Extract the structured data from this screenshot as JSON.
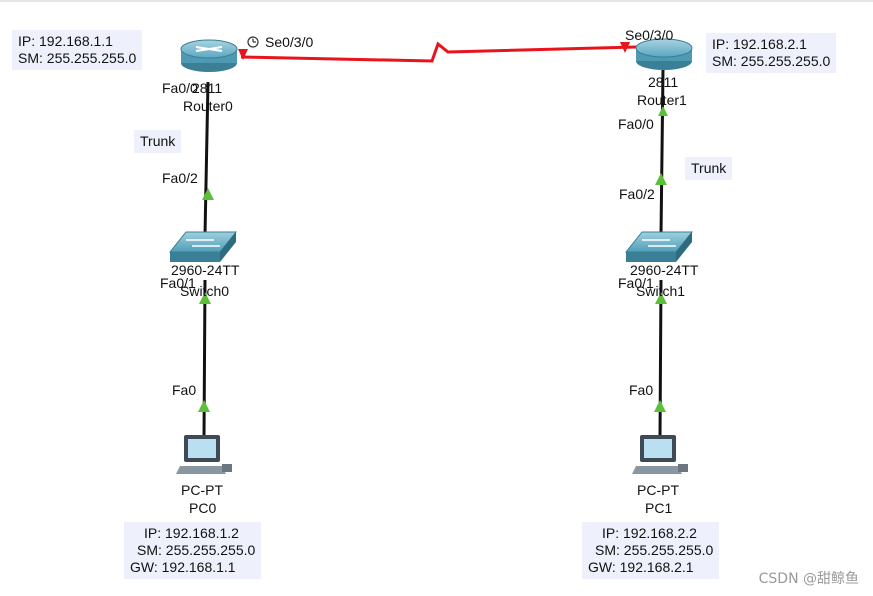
{
  "routers": [
    {
      "name": "Router0",
      "model": "2811",
      "serial_port": "Se0/3/0",
      "fa_port": "Fa0/0"
    },
    {
      "name": "Router1",
      "model": "2811",
      "serial_port": "Se0/3/0",
      "fa_port": "Fa0/0"
    }
  ],
  "switches": [
    {
      "name": "Switch0",
      "model": "2960-24TT",
      "up_port": "Fa0/2",
      "down_port": "Fa0/1"
    },
    {
      "name": "Switch1",
      "model": "2960-24TT",
      "up_port": "Fa0/2",
      "down_port": "Fa0/1"
    }
  ],
  "pcs": [
    {
      "type": "PC-PT",
      "name": "PC0",
      "port": "Fa0"
    },
    {
      "type": "PC-PT",
      "name": "PC1",
      "port": "Fa0"
    }
  ],
  "trunk_label": "Trunk",
  "router_notes": [
    {
      "ip": "IP: 192.168.1.1",
      "sm": "SM: 255.255.255.0"
    },
    {
      "ip": "IP: 192.168.2.1",
      "sm": "SM: 255.255.255.0"
    }
  ],
  "pc_notes": [
    {
      "ip": "IP: 192.168.1.2",
      "sm": "SM: 255.255.255.0",
      "gw": "GW: 192.168.1.1"
    },
    {
      "ip": "IP: 192.168.2.2",
      "sm": "SM: 255.255.255.0",
      "gw": "GW: 192.168.2.1"
    }
  ],
  "watermark": "CSDN @甜鲸鱼",
  "colors": {
    "serial_link": "#e8141b",
    "ethernet_link": "#111111",
    "link_up": "#5cbf3a",
    "device": "#2f8fa6"
  }
}
